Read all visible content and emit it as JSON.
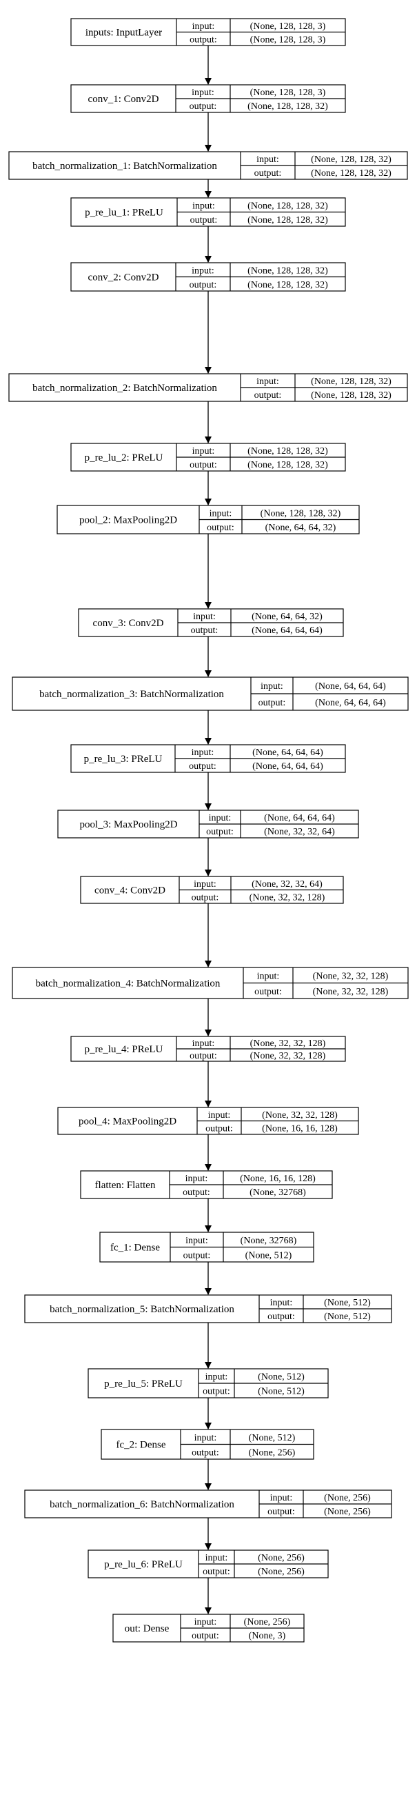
{
  "diagram": {
    "input_key": "input:",
    "output_key": "output:",
    "layers": [
      {
        "label": "inputs: InputLayer",
        "input": "(None, 128, 128, 3)",
        "output": "(None, 128, 128, 3)"
      },
      {
        "label": "conv_1: Conv2D",
        "input": "(None, 128, 128, 3)",
        "output": "(None, 128, 128, 32)"
      },
      {
        "label": "batch_normalization_1: BatchNormalization",
        "input": "(None, 128, 128, 32)",
        "output": "(None, 128, 128, 32)"
      },
      {
        "label": "p_re_lu_1: PReLU",
        "input": "(None, 128, 128, 32)",
        "output": "(None, 128, 128, 32)"
      },
      {
        "label": "conv_2: Conv2D",
        "input": "(None, 128, 128, 32)",
        "output": "(None, 128, 128, 32)"
      },
      {
        "label": "batch_normalization_2: BatchNormalization",
        "input": "(None, 128, 128, 32)",
        "output": "(None, 128, 128, 32)"
      },
      {
        "label": "p_re_lu_2: PReLU",
        "input": "(None, 128, 128, 32)",
        "output": "(None, 128, 128, 32)"
      },
      {
        "label": "pool_2: MaxPooling2D",
        "input": "(None, 128, 128, 32)",
        "output": "(None, 64, 64, 32)"
      },
      {
        "label": "conv_3: Conv2D",
        "input": "(None, 64, 64, 32)",
        "output": "(None, 64, 64, 64)"
      },
      {
        "label": "batch_normalization_3: BatchNormalization",
        "input": "(None, 64, 64, 64)",
        "output": "(None, 64, 64, 64)"
      },
      {
        "label": "p_re_lu_3: PReLU",
        "input": "(None, 64, 64, 64)",
        "output": "(None, 64, 64, 64)"
      },
      {
        "label": "pool_3: MaxPooling2D",
        "input": "(None, 64, 64, 64)",
        "output": "(None, 32, 32, 64)"
      },
      {
        "label": "conv_4: Conv2D",
        "input": "(None, 32, 32, 64)",
        "output": "(None, 32, 32, 128)"
      },
      {
        "label": "batch_normalization_4: BatchNormalization",
        "input": "(None, 32, 32, 128)",
        "output": "(None, 32, 32, 128)"
      },
      {
        "label": "p_re_lu_4: PReLU",
        "input": "(None, 32, 32, 128)",
        "output": "(None, 32, 32, 128)"
      },
      {
        "label": "pool_4: MaxPooling2D",
        "input": "(None, 32, 32, 128)",
        "output": "(None, 16, 16, 128)"
      },
      {
        "label": "flatten: Flatten",
        "input": "(None, 16, 16, 128)",
        "output": "(None, 32768)"
      },
      {
        "label": "fc_1: Dense",
        "input": "(None, 32768)",
        "output": "(None, 512)"
      },
      {
        "label": "batch_normalization_5: BatchNormalization",
        "input": "(None, 512)",
        "output": "(None, 512)"
      },
      {
        "label": "p_re_lu_5: PReLU",
        "input": "(None, 512)",
        "output": "(None, 512)"
      },
      {
        "label": "fc_2: Dense",
        "input": "(None, 512)",
        "output": "(None, 256)"
      },
      {
        "label": "batch_normalization_6: BatchNormalization",
        "input": "(None, 256)",
        "output": "(None, 256)"
      },
      {
        "label": "p_re_lu_6: PReLU",
        "input": "(None, 256)",
        "output": "(None, 256)"
      },
      {
        "label": "out: Dense",
        "input": "(None, 256)",
        "output": "(None, 3)"
      }
    ]
  }
}
